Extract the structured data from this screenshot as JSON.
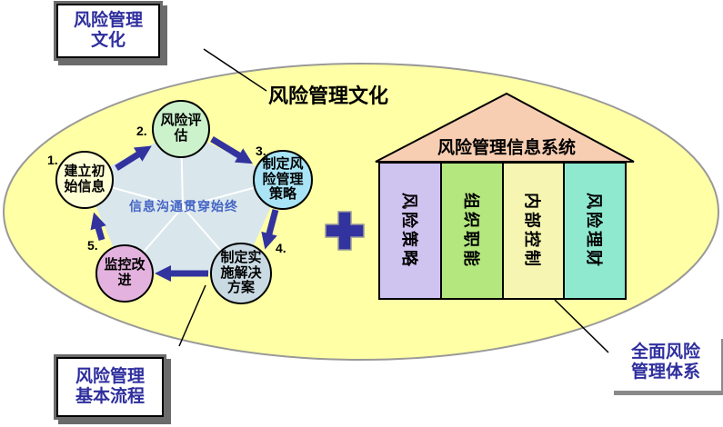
{
  "colors": {
    "ellipse_fill": "#ffffa5",
    "ellipse_stroke": "#999999",
    "pentagon_fill": "#d9e6ec",
    "arrow": "#32339e",
    "navy_text": "#2e2e9e",
    "center_text": "#4565c5",
    "roof_fill": "#f8ceb2",
    "pillar1_fill": "#cfc3f0",
    "pillar2_fill": "#b4e77e",
    "pillar3_fill": "#f6f6b2",
    "pillar4_fill": "#8fe9cf",
    "circle1_fill": "#ffffd4",
    "circle2_fill": "#ccf2cc",
    "circle3_fill": "#a8e4f5",
    "circle4_fill": "#c9dae3",
    "circle5_fill": "#e3b2de"
  },
  "diagram": {
    "title": "风险管理文化",
    "culture_box": "风险管理文化",
    "process_box": "风险管理基本流程",
    "system_box": "全面风险管理体系",
    "center_note": "信息沟通贯穿始终",
    "plus_sign": "+"
  },
  "process_steps": [
    {
      "num": "1.",
      "label": "建立初始信息"
    },
    {
      "num": "2.",
      "label": "风险评估"
    },
    {
      "num": "3.",
      "label": "制定风险管理策略"
    },
    {
      "num": "4.",
      "label": "制定实施解决方案"
    },
    {
      "num": "5.",
      "label": "监控改进"
    }
  ],
  "house": {
    "roof_label": "风险管理信息系统",
    "pillars": [
      {
        "label": "风险策略"
      },
      {
        "label": "组织职能"
      },
      {
        "label": "内部控制"
      },
      {
        "label": "风险理财"
      }
    ]
  },
  "icons": {
    "plus": "plus-icon"
  }
}
